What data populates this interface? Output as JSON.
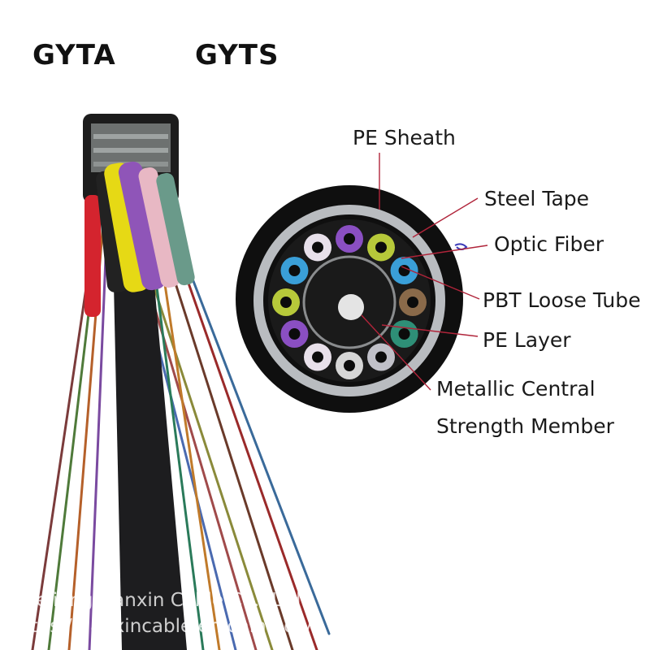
{
  "titles": {
    "left": "GYTA",
    "right": "GYTS"
  },
  "labels": {
    "pe_sheath": "PE Sheath",
    "steel_tape": "Steel Tape",
    "optic_fiber": "Optic Fiber",
    "pbt_loose_tube": "PBT Loose Tube",
    "pe_layer": "PE Layer",
    "central_member_line1": "Metallic Central",
    "central_member_line2": "Strength Member"
  },
  "watermark": {
    "company": "Zhejiang Hanxin Cable Co., Ltd.",
    "url": "https://hanxincable.en.china.cn/"
  },
  "colors": {
    "leader_line": "#b0243a",
    "sheath": "#111111",
    "tape": "#b9bcc0"
  },
  "loose_tube_colors": [
    "#e8e0ea",
    "#8a4fc2",
    "#b7c93a",
    "#3a9fd8",
    "#8a6a4a",
    "#2e8f77",
    "#c0c0c8",
    "#d6d6d6"
  ]
}
